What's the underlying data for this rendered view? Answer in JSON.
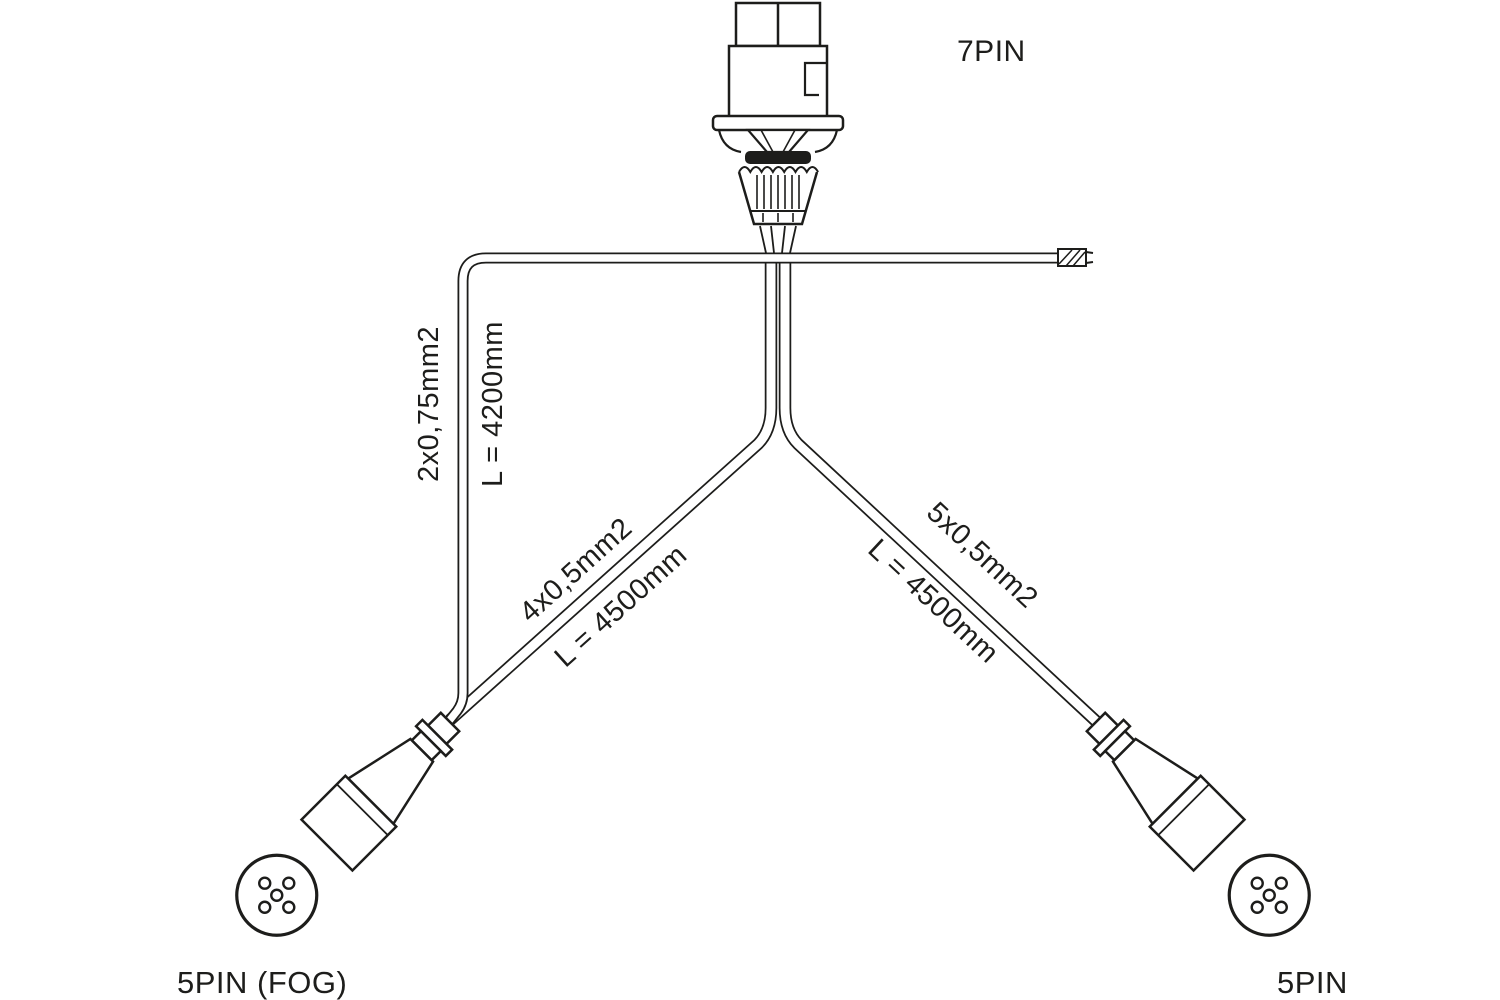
{
  "diagram": {
    "kind": "trailer wiring harness drawing",
    "colors": {
      "line": "#1d1d1b",
      "background": "#ffffff"
    },
    "connectors": {
      "top_plug": {
        "label": "7PIN"
      },
      "bottom_left_socket": {
        "label": "5PIN (FOG)"
      },
      "bottom_right_socket": {
        "label": "5PIN"
      }
    },
    "cables": {
      "fog": {
        "spec": "2x0,75mm2",
        "length": "L = 4200mm"
      },
      "left_branch": {
        "spec": "4x0,5mm2",
        "length": "L = 4500mm"
      },
      "right_branch": {
        "spec": "5x0,5mm2",
        "length": "L = 4500mm"
      }
    }
  }
}
